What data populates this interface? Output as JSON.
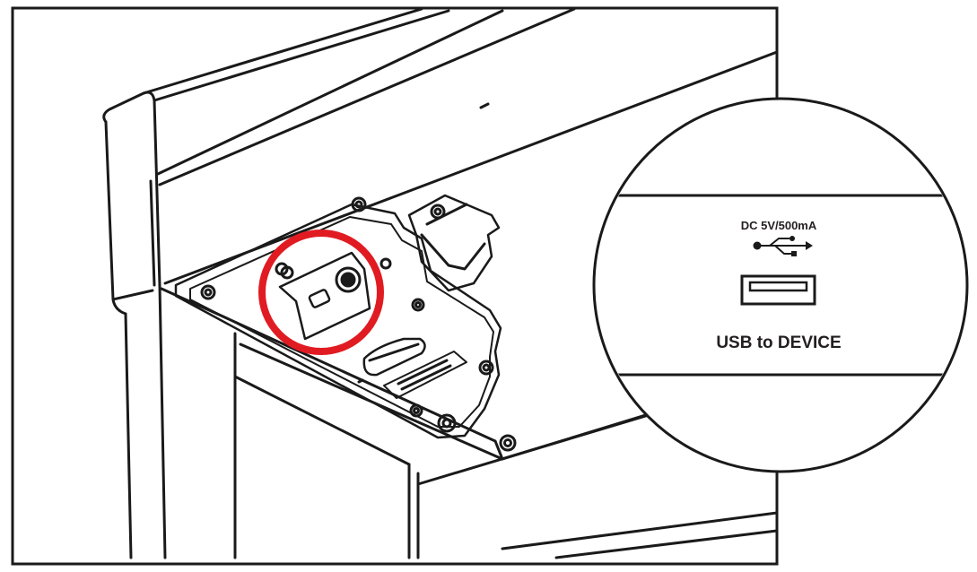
{
  "callout": {
    "power_rating": "DC 5V/500mA",
    "port_label": "USB to DEVICE"
  },
  "icons": {
    "usb": "usb-trident-icon",
    "port": "usb-type-a-port-icon",
    "highlight": "red-highlight-circle"
  },
  "colors": {
    "line": "#1a1a1a",
    "highlight": "#e11b22",
    "background": "#ffffff"
  }
}
